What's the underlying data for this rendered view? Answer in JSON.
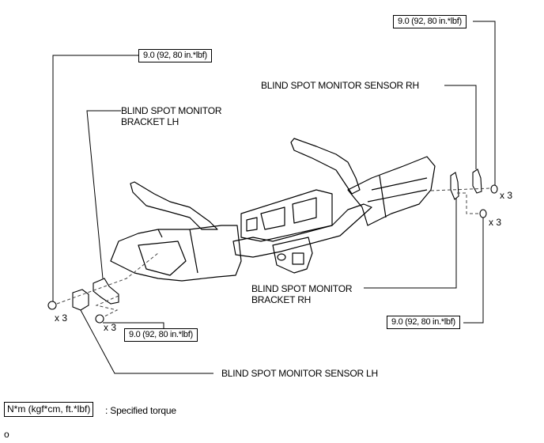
{
  "diagram": {
    "torque_specs": {
      "rh_sensor_nut": "9.0 (92, 80 in.*lbf)",
      "lh_upper_nut": "9.0 (92, 80 in.*lbf)",
      "lh_lower_nut": "9.0 (92, 80 in.*lbf)",
      "rh_lower_nut": "9.0 (92, 80 in.*lbf)"
    },
    "labels": {
      "bracket_lh_line1": "BLIND SPOT MONITOR",
      "bracket_lh_line2": "BRACKET LH",
      "sensor_rh": "BLIND SPOT MONITOR SENSOR RH",
      "bracket_rh_line1": "BLIND SPOT MONITOR",
      "bracket_rh_line2": "BRACKET RH",
      "sensor_lh": "BLIND SPOT MONITOR SENSOR LH"
    },
    "quantities": {
      "rh_upper": "x 3",
      "rh_lower": "x 3",
      "lh_left": "x 3",
      "lh_lower": "x 3"
    },
    "legend": {
      "unit_box": "N*m (kgf*cm, ft.*lbf)",
      "description": ": Specified torque"
    },
    "footer_mark": "o"
  }
}
